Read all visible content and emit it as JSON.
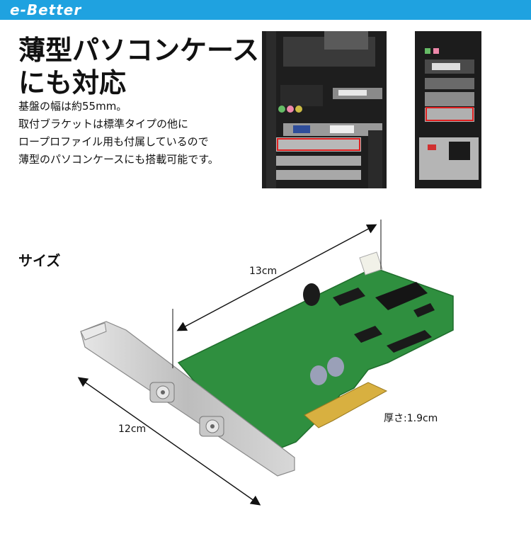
{
  "brand": {
    "logo_text": "e-Better"
  },
  "headline": {
    "line1": "薄型パソコンケース",
    "line2": "にも対応"
  },
  "description": {
    "lines": [
      "基盤の幅は約55mm。",
      "取付ブラケットは標準タイプの他に",
      "ロープロファイル用も付属しているので",
      "薄型のパソコンケースにも搭載可能です。"
    ]
  },
  "size_section": {
    "title": "サイズ",
    "length_label": "13cm",
    "bracket_label": "12cm",
    "thickness_label": "厚さ:1.9cm"
  },
  "colors": {
    "brand_bar": "#1fa2e0",
    "highlight_box": "#e02020",
    "pcb_green": "#2f8f3f",
    "bracket_silver": "#c9c9c9"
  },
  "images": {
    "photo_left": "pc-case-rear-standard",
    "photo_right": "pc-case-rear-slim",
    "product": "pcie-tv-tuner-card"
  }
}
